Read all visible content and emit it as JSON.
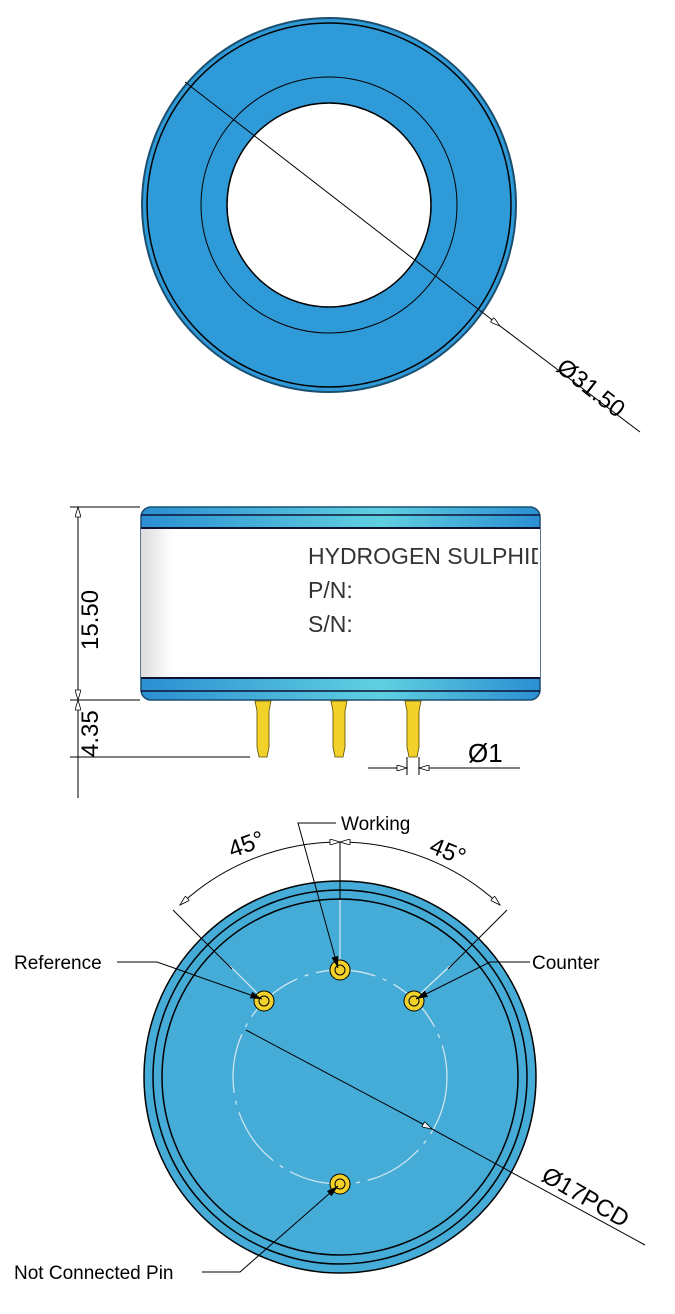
{
  "top_view": {
    "diameter_label": "Ø31.50"
  },
  "side_view": {
    "label_lines": [
      "HYDROGEN SULPHIDE",
      "P/N:",
      "S/N:"
    ],
    "height_label": "15.50",
    "pin_length_label": "4.35",
    "pin_diameter_label": "Ø1"
  },
  "bottom_view": {
    "angle_left": "45°",
    "angle_right": "45°",
    "pins": {
      "working": "Working",
      "reference": "Reference",
      "counter": "Counter",
      "not_connected": "Not Connected Pin"
    },
    "pcd_label": "Ø17PCD"
  },
  "colors": {
    "body_blue": "#2f9ad8",
    "bottom_blue": "#45acd8",
    "pin_gold": "#f2d12a"
  }
}
